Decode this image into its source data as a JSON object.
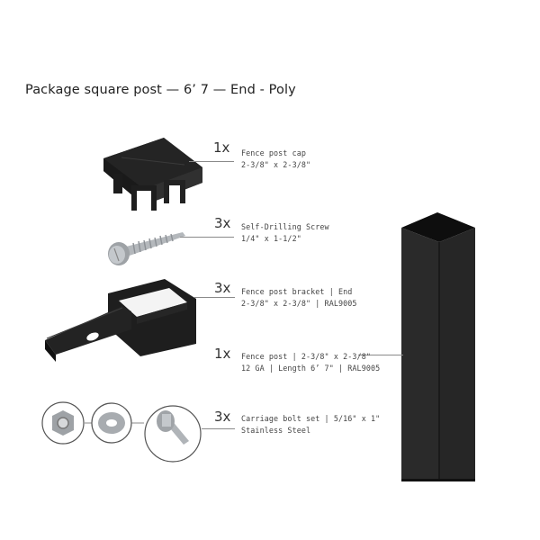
{
  "title": "Package square post — 6’ 7 — End - Poly",
  "colors": {
    "part_black": "#1c1c1c",
    "post_black": "#262626",
    "steel": "#a8acb0",
    "leader": "#8a8a8a"
  },
  "items": [
    {
      "qty": "1x",
      "line1": "Fence post cap",
      "line2": "2-3/8\" x 2-3/8\"",
      "icon": "post-cap-icon"
    },
    {
      "qty": "3x",
      "line1": "Self-Drilling Screw",
      "line2": "1/4\" x 1-1/2\"",
      "icon": "screw-icon"
    },
    {
      "qty": "3x",
      "line1": "Fence post bracket | End",
      "line2": "2-3/8\" x 2-3/8\" | RAL9005",
      "icon": "bracket-icon"
    },
    {
      "qty": "1x",
      "line1": "Fence post | 2-3/8\" x 2-3/8\"",
      "line2": "12 GA | Length 6’ 7\" | RAL9005",
      "icon": "fence-post-icon"
    },
    {
      "qty": "3x",
      "line1": "Carriage bolt set | 5/16\" x 1\"",
      "line2": "Stainless Steel",
      "icon": "carriage-bolt-icon"
    }
  ]
}
